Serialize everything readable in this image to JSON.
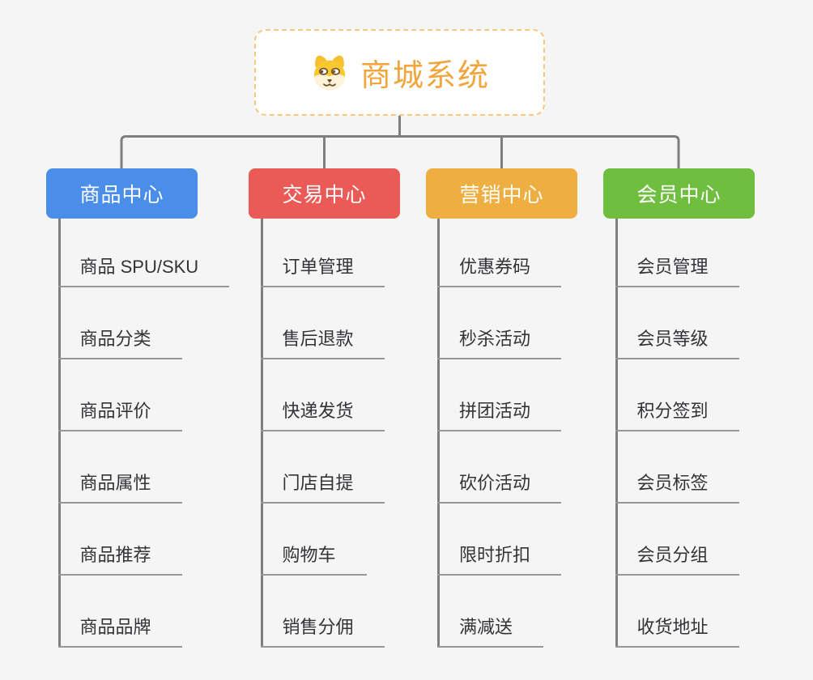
{
  "page": {
    "background_color": "#f5f5f5",
    "connector_color": "#7f7f7f",
    "underline_color": "#979797",
    "leaf_text_color": "#333338"
  },
  "root": {
    "label": "商城系统",
    "icon": "shiba-dog-icon",
    "text_color": "#f0a63d",
    "border_color": "#f6c77d",
    "background": "#ffffff"
  },
  "branches": [
    {
      "label": "商品中心",
      "color": "#4a8ee9",
      "items": [
        "商品 SPU/SKU",
        "商品分类",
        "商品评价",
        "商品属性",
        "商品推荐",
        "商品品牌"
      ]
    },
    {
      "label": "交易中心",
      "color": "#ea5b58",
      "items": [
        "订单管理",
        "售后退款",
        "快递发货",
        "门店自提",
        "购物车",
        "销售分佣"
      ]
    },
    {
      "label": "营销中心",
      "color": "#efae41",
      "items": [
        "优惠券码",
        "秒杀活动",
        "拼团活动",
        "砍价活动",
        "限时折扣",
        "满减送"
      ]
    },
    {
      "label": "会员中心",
      "color": "#70be40",
      "items": [
        "会员管理",
        "会员等级",
        "积分签到",
        "会员标签",
        "会员分组",
        "收货地址"
      ]
    }
  ]
}
